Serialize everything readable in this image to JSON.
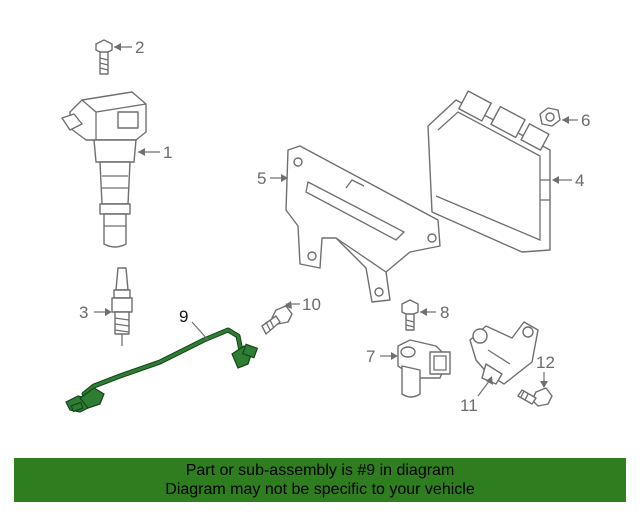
{
  "callouts": {
    "c1": "1",
    "c2": "2",
    "c3": "3",
    "c4": "4",
    "c5": "5",
    "c6": "6",
    "c7": "7",
    "c8": "8",
    "c9": "9",
    "c10": "10",
    "c11": "11",
    "c12": "12"
  },
  "highlight_color": "#2e7d32",
  "banner": {
    "line1": "Part or sub-assembly is #9 in diagram",
    "line2": "Diagram may not be specific to your vehicle",
    "background": "#2e7d1f"
  }
}
